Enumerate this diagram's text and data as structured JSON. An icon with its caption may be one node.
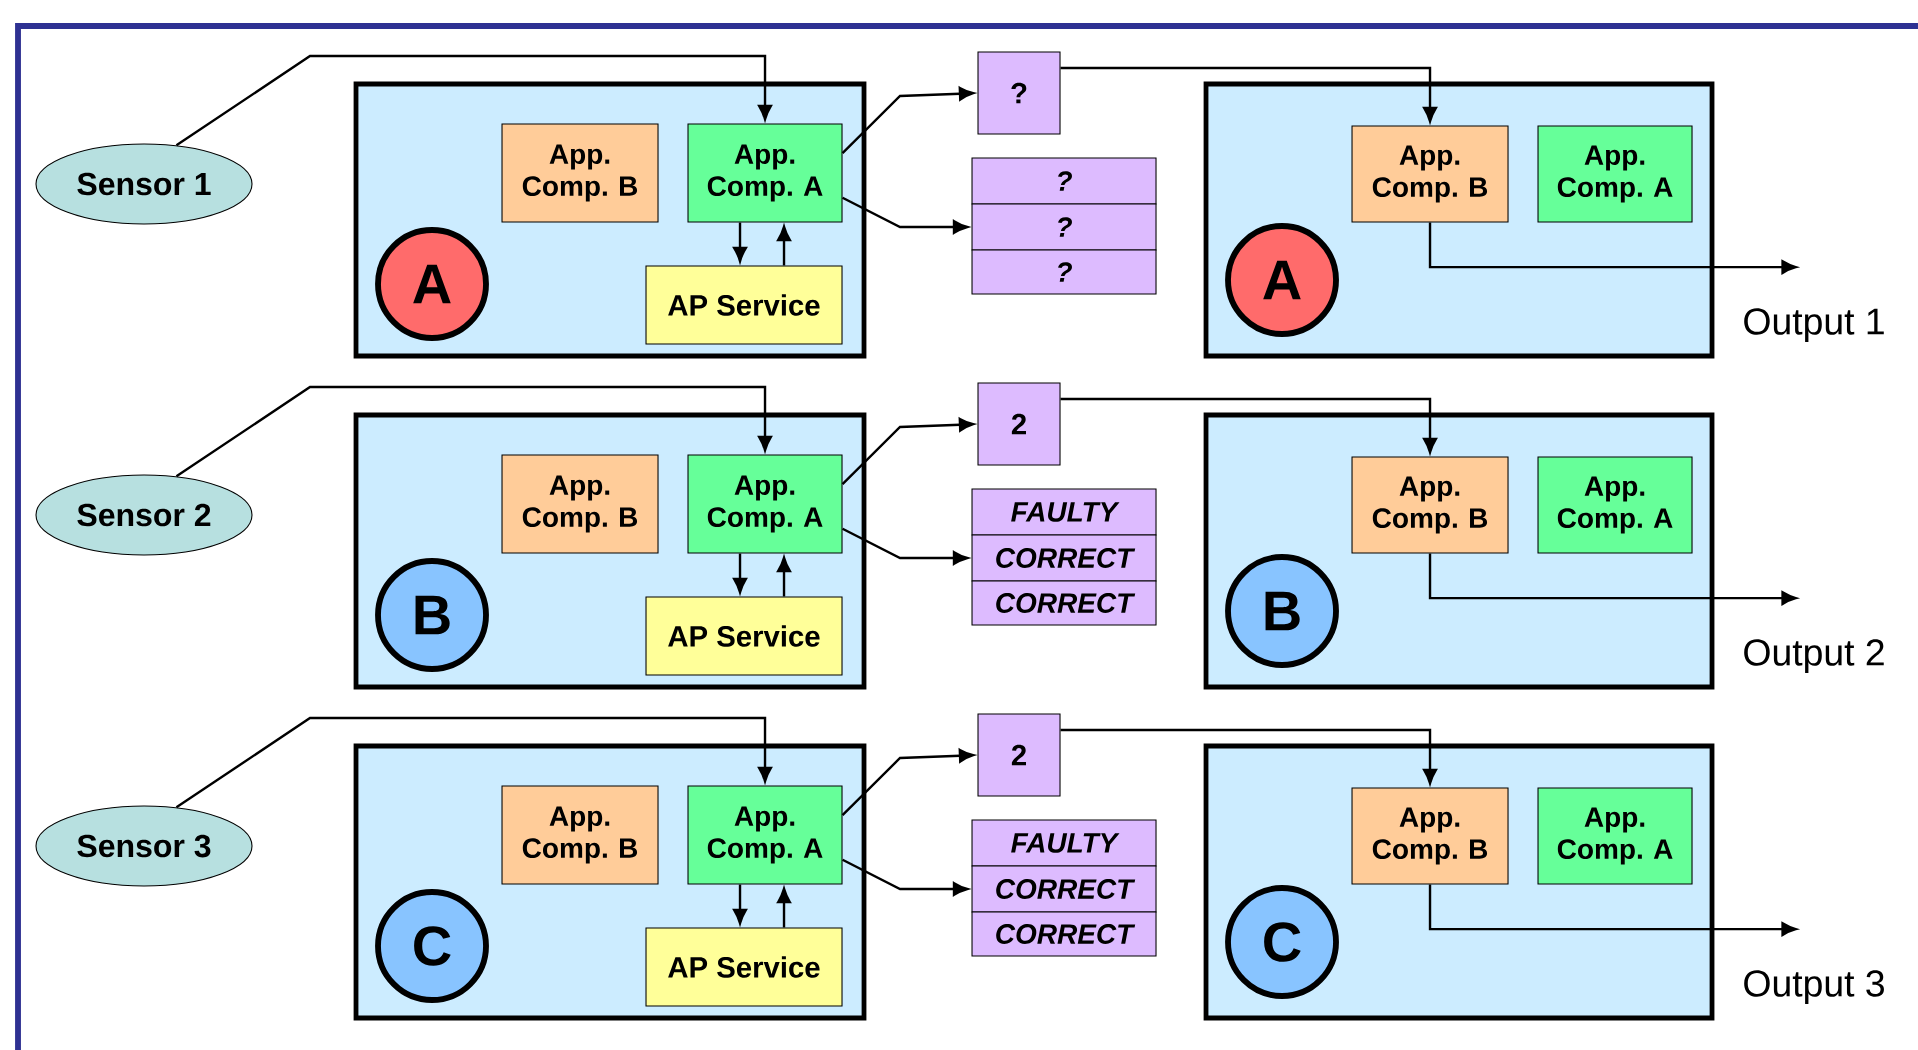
{
  "diagram": {
    "nodes": [
      {
        "text": [
          "Sensor 1"
        ]
      },
      {
        "text": [],
        "shape": "box"
      },
      {
        "text": [
          "App. Comp. B"
        ],
        "in": 1
      },
      {
        "text": [
          "App. Comp. A"
        ],
        "in": 1
      },
      {
        "text": [
          "AP Service"
        ],
        "in": 1
      },
      {
        "text": [
          "A"
        ],
        "in": 1
      },
      {
        "text": [
          "?"
        ]
      },
      {
        "text": [
          "?"
        ]
      },
      {
        "text": [
          "?"
        ]
      },
      {
        "text": [
          "?"
        ]
      },
      {
        "text": [],
        "shape": "box"
      },
      {
        "text": [
          "App. Comp. B"
        ],
        "in": 10
      },
      {
        "text": [
          "App. Comp. A"
        ],
        "in": 10
      },
      {
        "text": [
          "A"
        ],
        "in": 10
      },
      {
        "text": [
          "Output 1"
        ]
      },
      {
        "text": [
          "Sensor 2"
        ]
      },
      {
        "text": [],
        "shape": "box"
      },
      {
        "text": [
          "App. Comp. B"
        ],
        "in": 16
      },
      {
        "text": [
          "App. Comp. A"
        ],
        "in": 16
      },
      {
        "text": [
          "AP Service"
        ],
        "in": 16
      },
      {
        "text": [
          "B"
        ],
        "in": 16
      },
      {
        "text": [
          "2"
        ]
      },
      {
        "text": [
          "FAULTY"
        ]
      },
      {
        "text": [
          "CORRECT"
        ]
      },
      {
        "text": [
          "CORRECT"
        ]
      },
      {
        "text": [],
        "shape": "box"
      },
      {
        "text": [
          "App. Comp. B"
        ],
        "in": 25
      },
      {
        "text": [
          "App. Comp. A"
        ],
        "in": 25
      },
      {
        "text": [
          "B"
        ],
        "in": 25
      },
      {
        "text": [
          "Output 2"
        ]
      },
      {
        "text": [
          "Sensor 3"
        ]
      },
      {
        "text": [],
        "shape": "box"
      },
      {
        "text": [
          "App. Comp. B"
        ],
        "in": 31
      },
      {
        "text": [
          "App. Comp. A"
        ],
        "in": 31
      },
      {
        "text": [
          "AP Service"
        ],
        "in": 31
      },
      {
        "text": [
          "C"
        ],
        "in": 31
      },
      {
        "text": [
          "2"
        ]
      },
      {
        "text": [
          "FAULTY"
        ]
      },
      {
        "text": [
          "CORRECT"
        ]
      },
      {
        "text": [
          "CORRECT"
        ]
      },
      {
        "text": [],
        "shape": "box"
      },
      {
        "text": [
          "App. Comp. B"
        ],
        "in": 40
      },
      {
        "text": [
          "App. Comp. A"
        ],
        "in": 40
      },
      {
        "text": [
          "C"
        ],
        "in": 40
      },
      {
        "text": [
          "Output 3"
        ]
      }
    ],
    "edges": [
      {
        "from": 0,
        "to": 3,
        "arrow": "to"
      },
      {
        "from": 3,
        "to": 6,
        "arrow": "to"
      },
      {
        "from": 3,
        "to": 8,
        "arrow": "to"
      },
      {
        "from": 3,
        "to": 4,
        "arrow": "to"
      },
      {
        "from": 4,
        "to": 3,
        "arrow": "to"
      },
      {
        "from": 6,
        "to": 11,
        "arrow": "to"
      },
      {
        "from": 11,
        "to": 14,
        "arrow": "to"
      },
      {
        "from": 15,
        "to": 18,
        "arrow": "to"
      },
      {
        "from": 18,
        "to": 21,
        "arrow": "to"
      },
      {
        "from": 18,
        "to": 23,
        "arrow": "to"
      },
      {
        "from": 18,
        "to": 19,
        "arrow": "to"
      },
      {
        "from": 19,
        "to": 18,
        "arrow": "to"
      },
      {
        "from": 21,
        "to": 26,
        "arrow": "to"
      },
      {
        "from": 26,
        "to": 29,
        "arrow": "to"
      },
      {
        "from": 30,
        "to": 33,
        "arrow": "to"
      },
      {
        "from": 33,
        "to": 36,
        "arrow": "to"
      },
      {
        "from": 33,
        "to": 38,
        "arrow": "to"
      },
      {
        "from": 33,
        "to": 34,
        "arrow": "to"
      },
      {
        "from": 34,
        "to": 33,
        "arrow": "to"
      },
      {
        "from": 36,
        "to": 41,
        "arrow": "to"
      },
      {
        "from": 41,
        "to": 44,
        "arrow": "to"
      }
    ]
  }
}
